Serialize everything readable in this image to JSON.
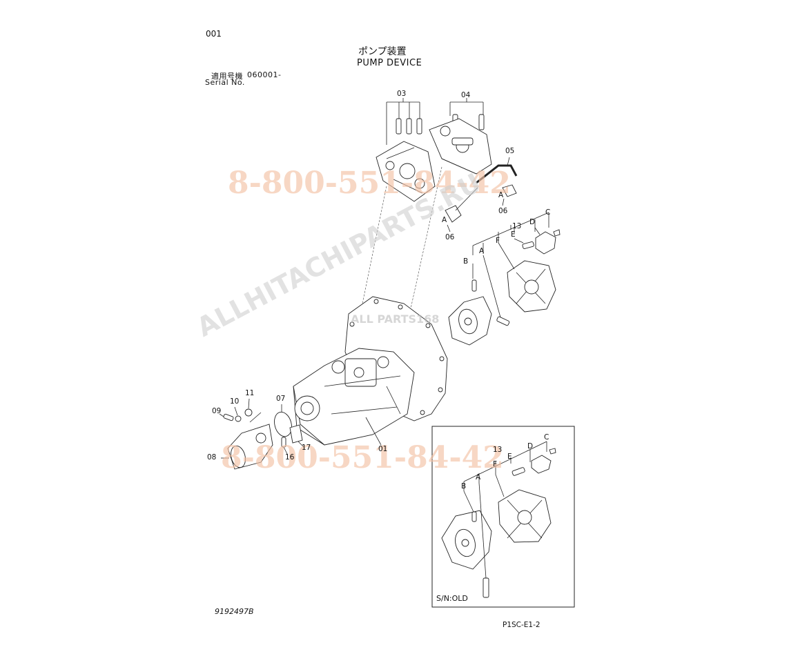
{
  "page_code": "001",
  "title_jp": "ポンプ装置",
  "title_en": "PUMP DEVICE",
  "serial": {
    "label_jp": "適用号機",
    "value": "060001-",
    "label_en": "Serial No."
  },
  "callouts": {
    "c01": "01",
    "c03": "03",
    "c04": "04",
    "c05": "05",
    "c06a": "06",
    "c06b": "06",
    "c07": "07",
    "c08": "08",
    "c09": "09",
    "c10": "10",
    "c11": "11",
    "c13a": "13",
    "c13b": "13",
    "c16": "16",
    "c17": "17",
    "A1": "A",
    "A2": "A",
    "A3": "A",
    "A4": "A",
    "B1": "B",
    "B2": "B",
    "C1": "C",
    "C2": "C",
    "D1": "D",
    "D2": "D",
    "E1": "E",
    "E2": "E",
    "F1": "F",
    "F2": "F"
  },
  "inset_label": "S/N:OLD",
  "drawing_number": "9192497B",
  "page_ref": "P1SC-E1-2",
  "watermarks": {
    "phone_top": "8-800-551-84-42",
    "phone_bottom": "8-800-551-84-42",
    "site": "ALLHITACHIPARTS.RU",
    "logo": "ALL PARTS168"
  }
}
